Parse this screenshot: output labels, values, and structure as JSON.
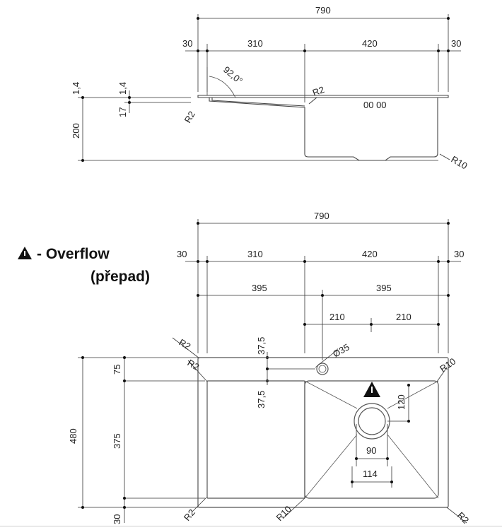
{
  "legend": {
    "icon": "warning-triangle-icon",
    "title": "- Overflow",
    "subtitle": "(přepad)"
  },
  "side_view": {
    "overall_width": "790",
    "edge_left": "30",
    "drainboard_width": "310",
    "bowl_width": "420",
    "edge_right": "30",
    "thickness_outer": "1,4",
    "thickness_inner": "1,4",
    "drainboard_drop": "17",
    "depth": "200",
    "angle": "92,0°",
    "radius_left": "R2",
    "radius_bowl_edge": "R2",
    "radius_bowl_bottom": "R10",
    "overflow_mark": "00 00"
  },
  "top_view": {
    "overall_width": "790",
    "edge_left": "30",
    "drainboard_width": "310",
    "bowl_width": "420",
    "edge_right": "30",
    "half_left": "395",
    "half_right": "395",
    "bowl_half_left": "210",
    "bowl_half_right": "210",
    "overall_depth": "480",
    "back_edge": "75",
    "bowl_depth": "375",
    "front_edge": "30",
    "tap_offset_top": "37,5",
    "tap_offset_bottom": "37,5",
    "tap_hole": "Ø35",
    "drain_offset": "120",
    "drain_inner": "90",
    "drain_outer": "114",
    "radius_top_left_outer": "R2",
    "radius_top_left_inner": "R2",
    "radius_top_right": "R10",
    "radius_bottom_left": "R2",
    "radius_bottom_mid": "R10",
    "radius_bottom_right": "R2"
  }
}
